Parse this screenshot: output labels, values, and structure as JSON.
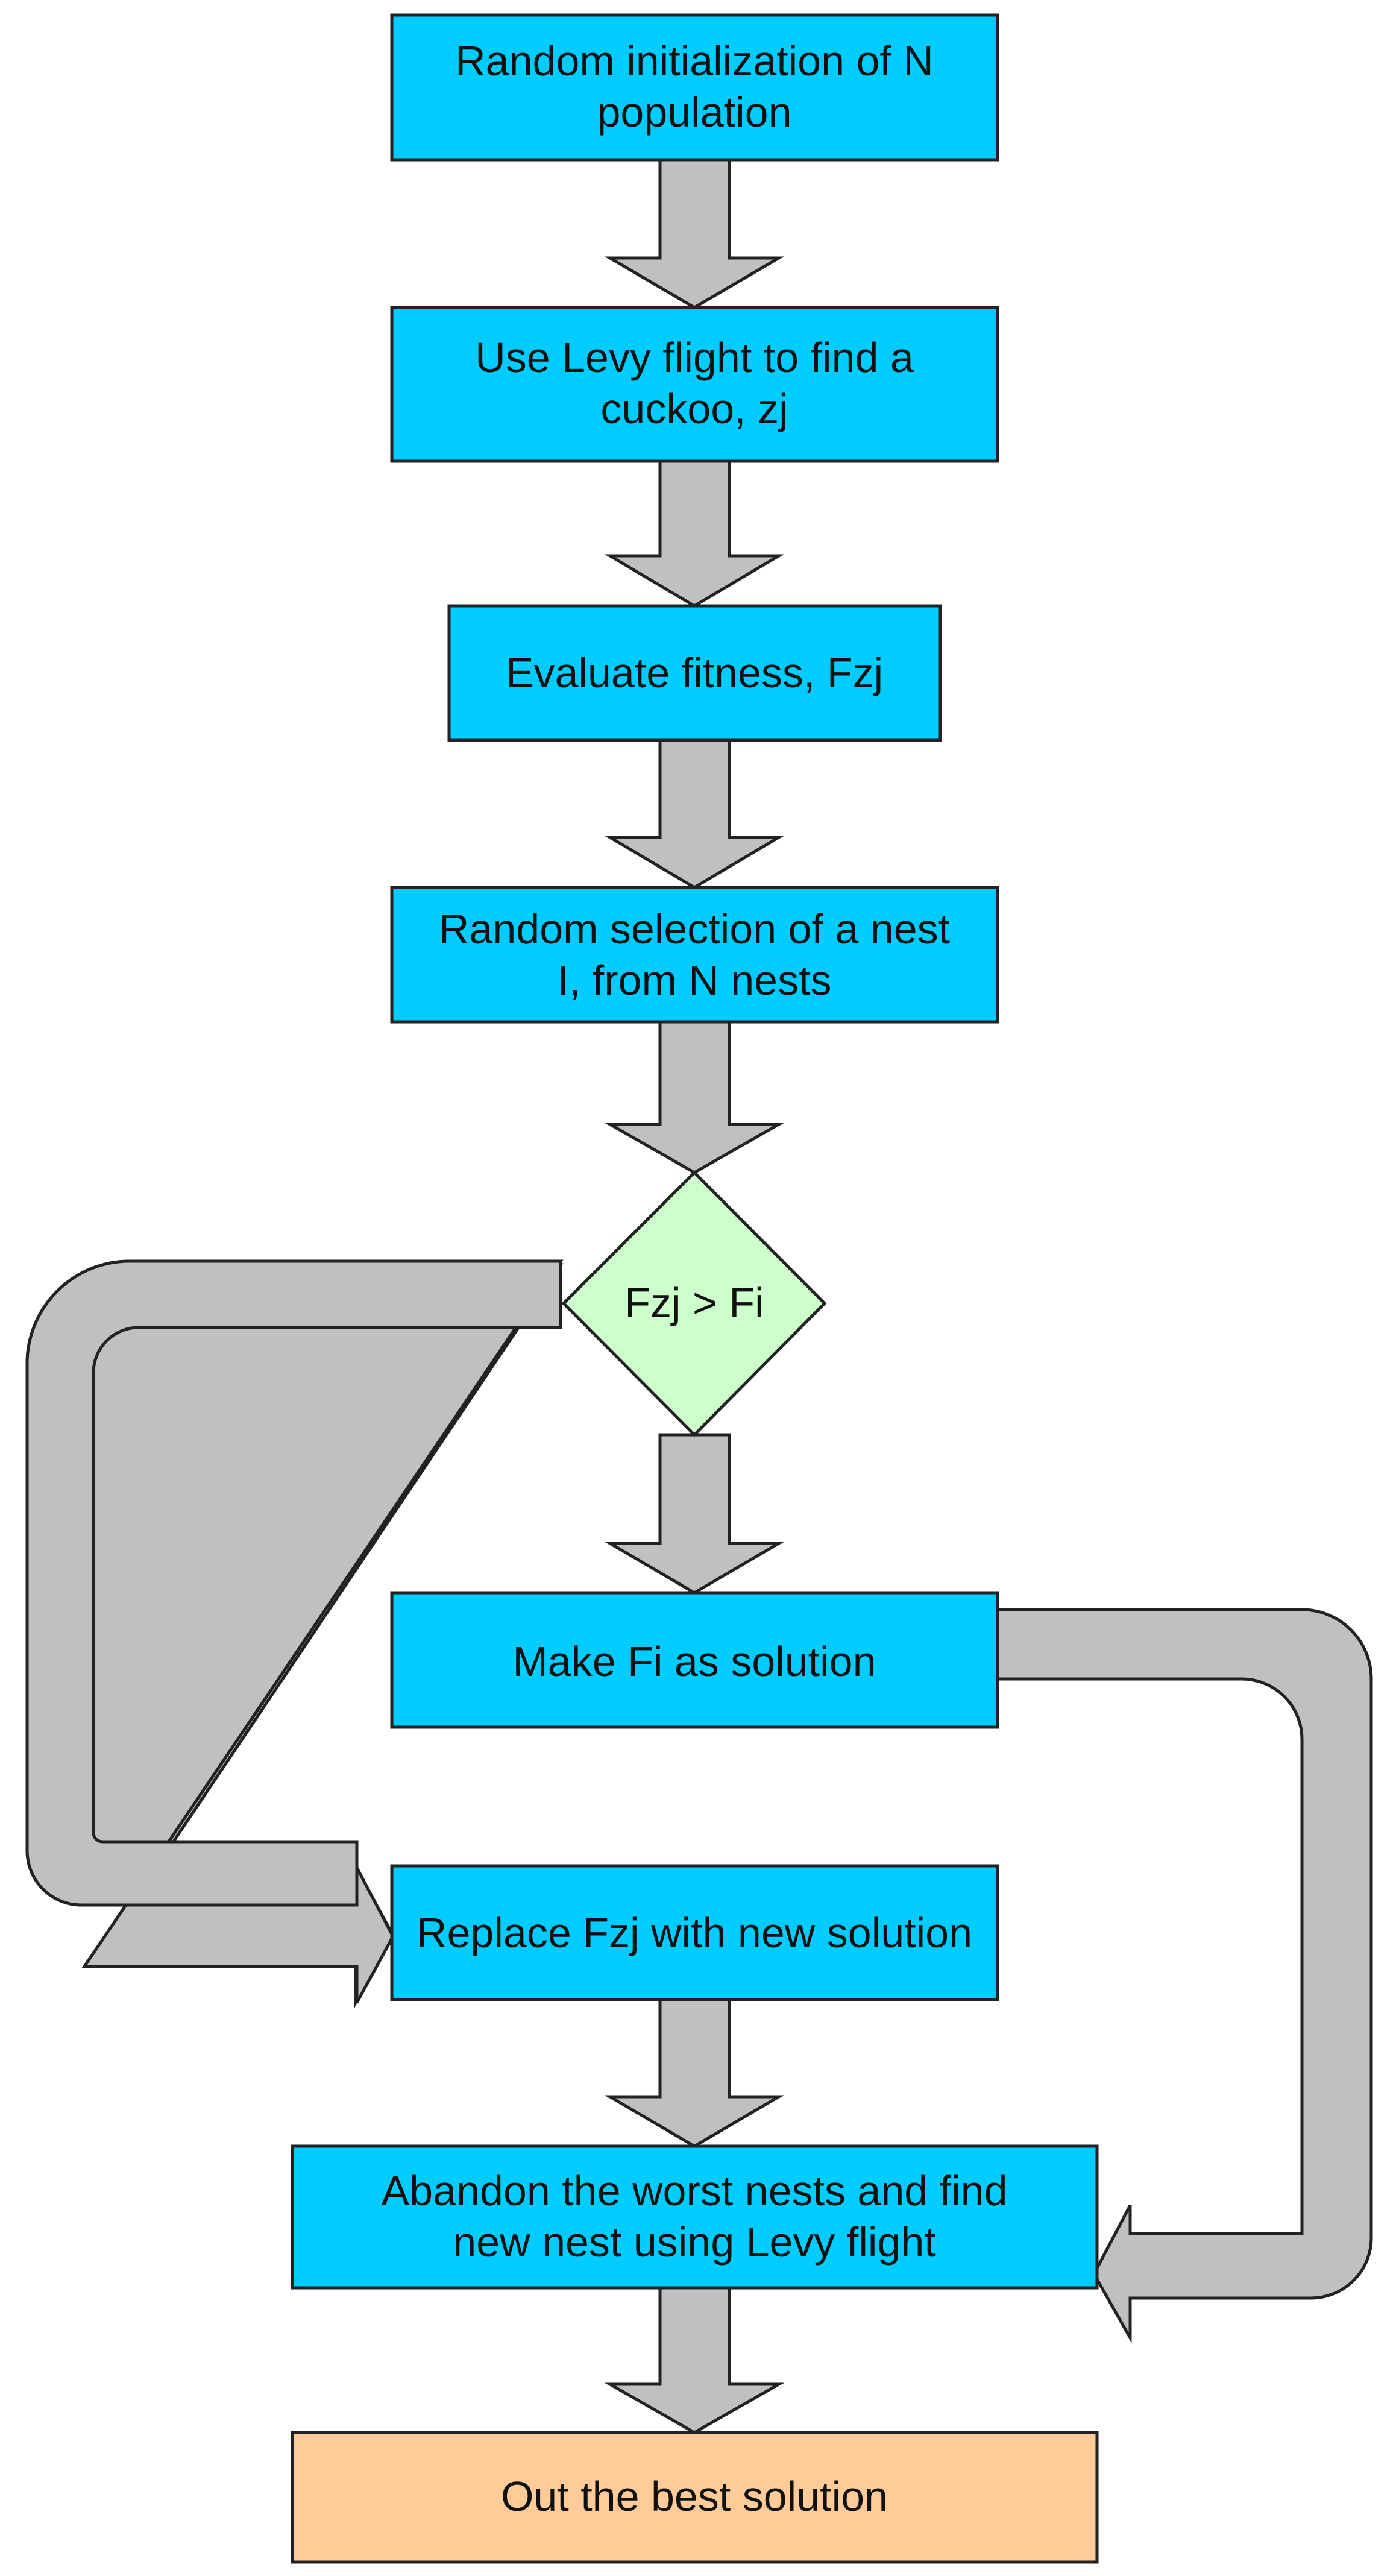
{
  "diagram": {
    "colors": {
      "process_fill": "#00CCFF",
      "decision_fill": "#CCFFCC",
      "terminal_fill": "#FFCC99",
      "arrow_fill": "#C0C0C0",
      "outline": "#222222"
    },
    "nodes": {
      "init": {
        "line1": "Random initialization of N",
        "line2": "population"
      },
      "levy": {
        "line1": "Use Levy flight to find a",
        "line2": "cuckoo, zj"
      },
      "evaluate": {
        "line1": "Evaluate fitness, Fzj"
      },
      "select": {
        "line1": "Random selection of a nest",
        "line2": "I, from N nests"
      },
      "decision": {
        "line1": "Fzj > Fi"
      },
      "make": {
        "line1": "Make Fi as  solution"
      },
      "replace": {
        "line1": "Replace Fzj with new solution"
      },
      "abandon": {
        "line1": "Abandon the worst nests and find",
        "line2": "new nest using Levy flight"
      },
      "output": {
        "line1": "Out the best solution"
      }
    }
  }
}
